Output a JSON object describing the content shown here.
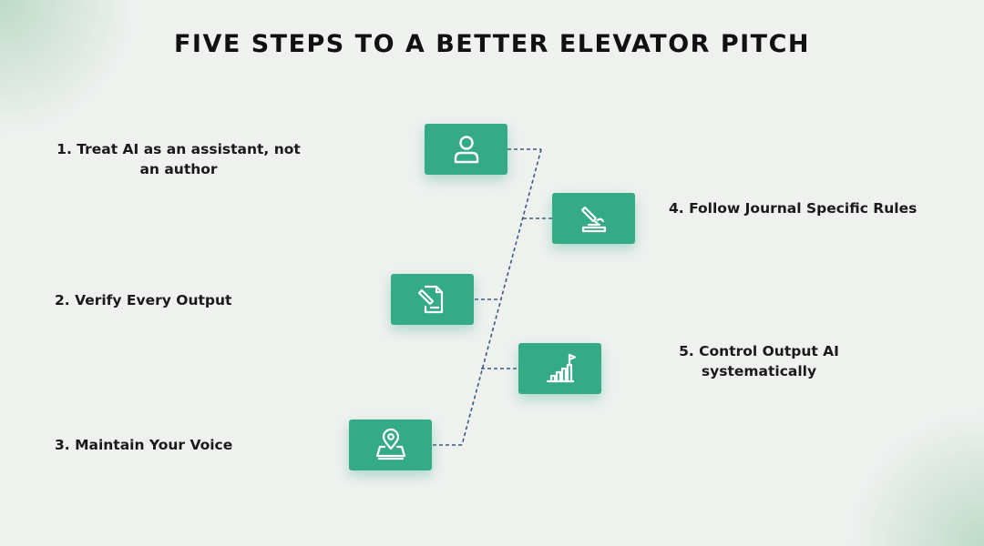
{
  "title": "FIVE STEPS TO A BETTER ELEVATOR PITCH",
  "steps": [
    {
      "text_line1": "1.  Treat AI as an assistant, not",
      "text_line2": "an author",
      "icon": "user-icon"
    },
    {
      "text": "2. Verify Every Output",
      "icon": "document-pen-icon"
    },
    {
      "text": "3. Maintain Your Voice",
      "icon": "map-pin-icon"
    },
    {
      "text": "4. Follow Journal Specific Rules",
      "icon": "signing-pen-icon"
    },
    {
      "text_line1": "5. Control Output AI",
      "text_line2": "systematically",
      "icon": "growth-chart-flag-icon"
    }
  ],
  "colors": {
    "accent": "#35aa86",
    "connector": "#3d5a80",
    "text": "#1a1a1a"
  }
}
